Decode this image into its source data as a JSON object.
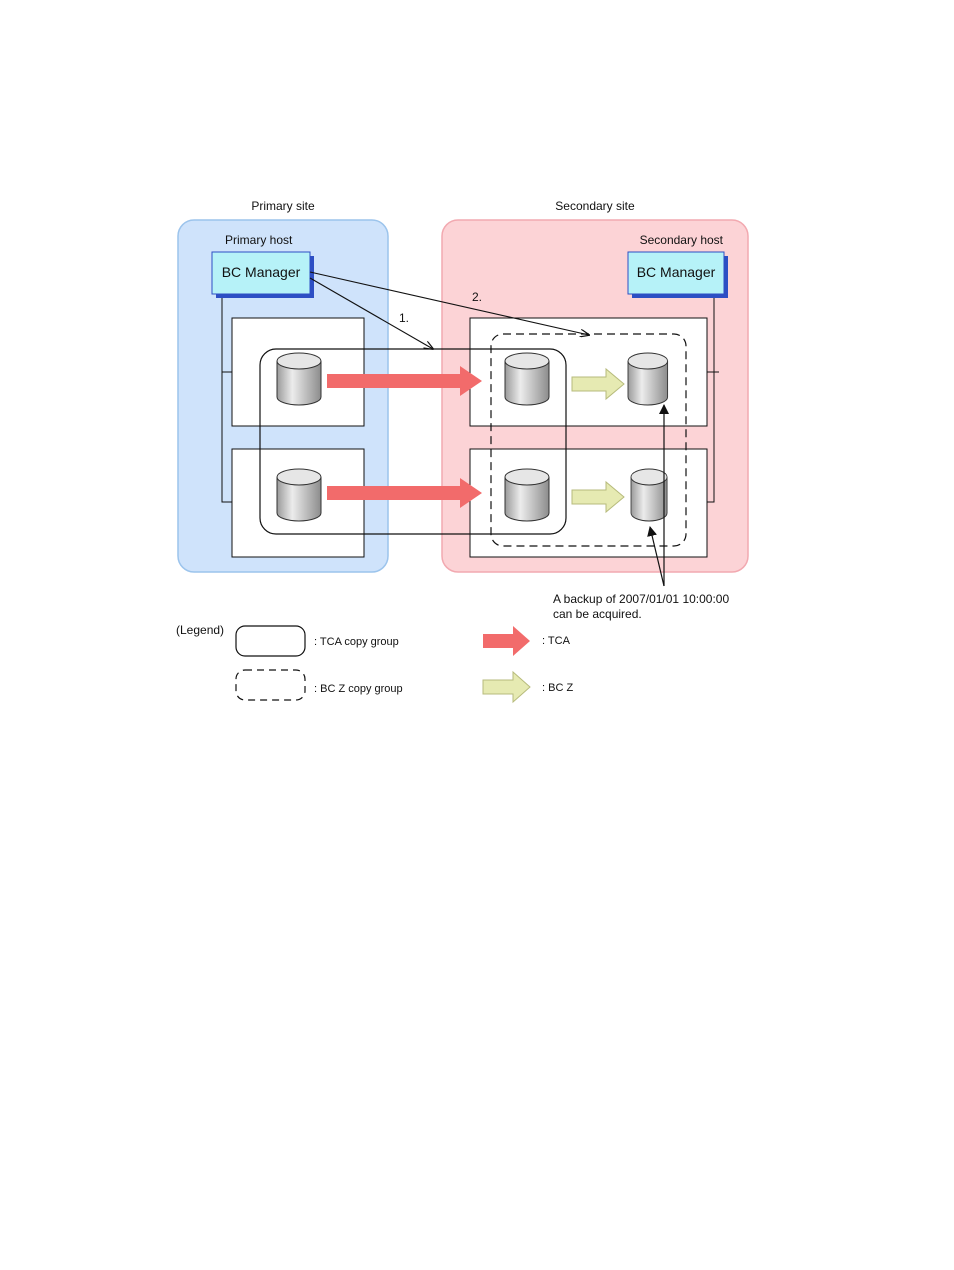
{
  "sites": {
    "primary": {
      "label": "Primary site",
      "host_label": "Primary host",
      "manager": "BC Manager"
    },
    "secondary": {
      "label": "Secondary site",
      "host_label": "Secondary host",
      "manager": "BC Manager"
    }
  },
  "steps": {
    "step1": "1.",
    "step2": "2."
  },
  "annotation": {
    "line1": "A backup of 2007/01/01 10:00:00",
    "line2": "can be acquired."
  },
  "legend": {
    "title": "(Legend)",
    "tca_group": ": TCA  copy group",
    "bcz_group": ": BC Z copy group",
    "tca": ": TCA",
    "bcz": ": BC Z"
  },
  "colors": {
    "primary_site_fill": "#cfe3fb",
    "primary_site_stroke": "#9cc4ec",
    "secondary_site_fill": "#fcd3d6",
    "secondary_site_stroke": "#f2a9b0",
    "manager_fill": "#b6f2f8",
    "manager_shadow": "#2d4fc4",
    "tca_arrow": "#f26b6b",
    "bcz_arrow": "#e6eab2",
    "bcz_arrow_stroke": "#b7bb7c",
    "disk_fill": "#cfcfcf"
  },
  "icons": {
    "disk": "disk-cylinder-icon",
    "tca": "red-arrow-icon",
    "bcz": "yellow-arrow-icon"
  }
}
